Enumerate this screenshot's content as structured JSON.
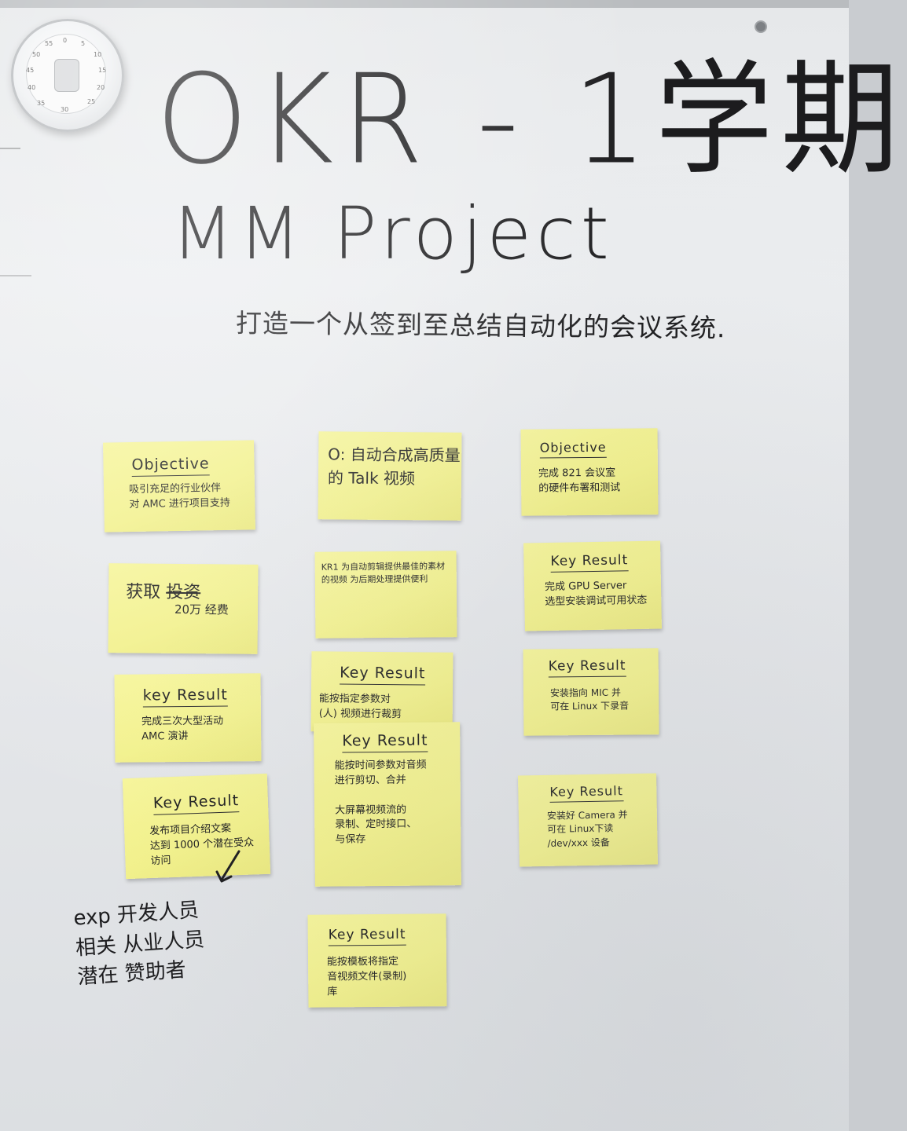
{
  "board": {
    "title": "OKR - 1学期",
    "subtitle": "MM Project",
    "goal": "打造一个从签到至总结自动化的会议系统."
  },
  "timer": {
    "numbers": [
      "0",
      "5",
      "10",
      "15",
      "20",
      "25",
      "30",
      "35",
      "40",
      "45",
      "50",
      "55"
    ]
  },
  "notes": [
    {
      "id": "n1",
      "head": "Objective",
      "body": "吸引充足的行业伙伴\n对 AMC 进行项目支持"
    },
    {
      "id": "n2",
      "head": "",
      "body": "O: 自动合成高质量\n的 Talk 视频"
    },
    {
      "id": "n3",
      "head": "Objective",
      "body": "完成 821 会议室\n的硬件布署和测试"
    },
    {
      "id": "n4",
      "head": "获取",
      "struck": "投资",
      "body": "20万 经费"
    },
    {
      "id": "n5",
      "head": "",
      "body": "KR1 为自动剪辑提供最佳的素材\n的视频 为后期处理提供便利"
    },
    {
      "id": "n6",
      "head": "Key Result",
      "body": "完成 GPU Server\n选型安装调试可用状态"
    },
    {
      "id": "n7",
      "head": "key Result",
      "body": "完成三次大型活动\nAMC 演讲"
    },
    {
      "id": "n8",
      "head": "Key Result",
      "body": "能按指定参数对\n(人) 视频进行裁剪"
    },
    {
      "id": "n9",
      "head": "Key Result",
      "body": "安装指向 MIC 并\n可在 Linux 下录音"
    },
    {
      "id": "n10",
      "head": "Key Result",
      "body": "能按时间参数对音频\n进行剪切、合并\n\n大屏幕视频流的\n录制、定时接口、\n与保存"
    },
    {
      "id": "n11",
      "head": "Key Result",
      "body": "发布项目介绍文案\n达到 1000 个潜在受众\n访问"
    },
    {
      "id": "n12",
      "head": "Key Result",
      "body": "安装好 Camera 并\n可在 Linux下读\n/dev/xxx 设备"
    },
    {
      "id": "n13",
      "head": "Key Result",
      "body": "能按模板将指定\n音视频文件(录制)\n库"
    }
  ],
  "annotation": "exp 开发人员\n相关 从业人员\n潜在 赞助者"
}
